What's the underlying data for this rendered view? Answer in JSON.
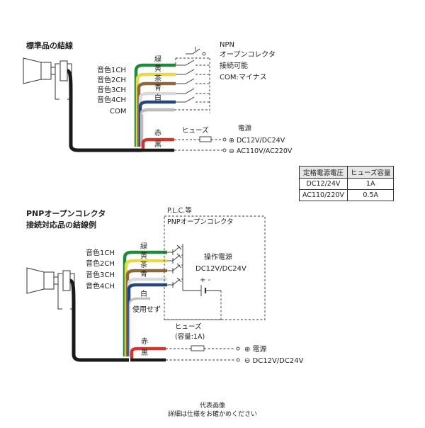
{
  "top": {
    "title": "標準品の結線",
    "npn_label": "NPN",
    "npn_oc_label": "オープンコレクタ",
    "npn_connectable": "接続可能",
    "npn_com": "COM:マイナス",
    "channels": [
      "音色1CH",
      "音色2CH",
      "音色3CH",
      "音色4CH"
    ],
    "com_label": "COM",
    "wire_colors": [
      "緑",
      "黄",
      "茶",
      "青",
      "白",
      "赤",
      "黒"
    ],
    "fuse_label": "ヒューズ",
    "power_label": "電源",
    "plus_supply": "⊕ DC12V/DC24V",
    "minus_supply": "⊖ AC110V/AC220V"
  },
  "fuse_table": {
    "headers": [
      "定格電源電圧",
      "ヒューズ容量"
    ],
    "rows": [
      [
        "DC12/24V",
        "1A"
      ],
      [
        "AC110/220V",
        "0.5A"
      ]
    ]
  },
  "bottom": {
    "title_line1": "PNPオープンコレクタ",
    "title_line2": "接続対応品の結線例",
    "plc_label": "P.L.C.等",
    "pnp_oc_label": "PNPオープンコレクタ",
    "channels": [
      "音色1CH",
      "音色2CH",
      "音色3CH",
      "音色4CH"
    ],
    "wire_colors": [
      "緑",
      "黄",
      "茶",
      "青",
      "白",
      "赤",
      "黒"
    ],
    "unused_label": "使用せず",
    "op_power_label": "操作電源",
    "op_power_value": "DC12V/DC24V",
    "pm_label": "+ -",
    "fuse_label": "ヒューズ",
    "fuse_capacity": "(容量:1A)",
    "power_label": "⊕ 電源",
    "minus_supply": "⊖ DC12V/DC24V"
  },
  "caption": {
    "line1": "代表画像",
    "line2": "詳細は仕様をお確かめください"
  },
  "colors": {
    "green": "#1f8a3a",
    "yellow": "#e8d84a",
    "brown": "#8a6a3c",
    "blue": "#24477a",
    "white_wire": "#ffffff",
    "red": "#d0352f",
    "black": "#1a1a1a"
  }
}
